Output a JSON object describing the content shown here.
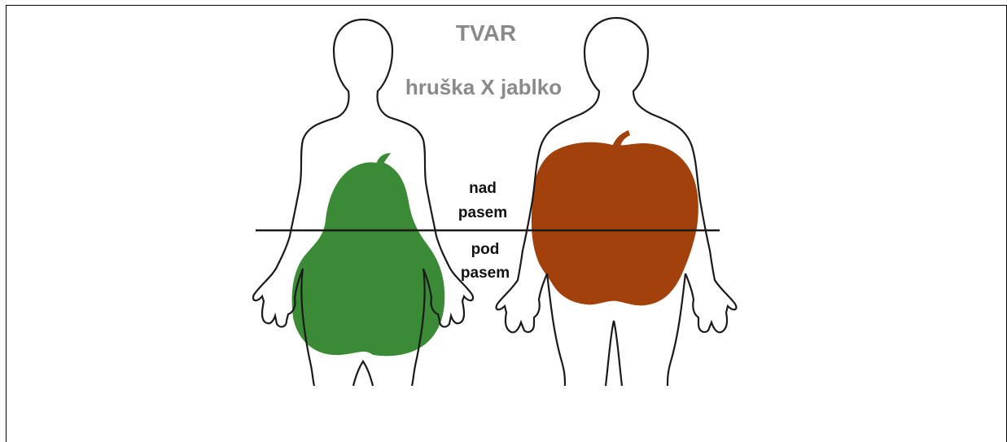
{
  "title": "TVAR",
  "subtitle": "hruška X jablko",
  "zones": {
    "above_line1": "nad",
    "above_line2": "pasem",
    "below_line1": "pod",
    "below_line2": "pasem"
  },
  "colors": {
    "pear": "#3b8a35",
    "apple": "#a2410b",
    "outline": "#1a1a1a",
    "title_text": "#8a8a8a"
  },
  "icons": {
    "left_figure": "pear-body-silhouette",
    "right_figure": "apple-body-silhouette"
  }
}
